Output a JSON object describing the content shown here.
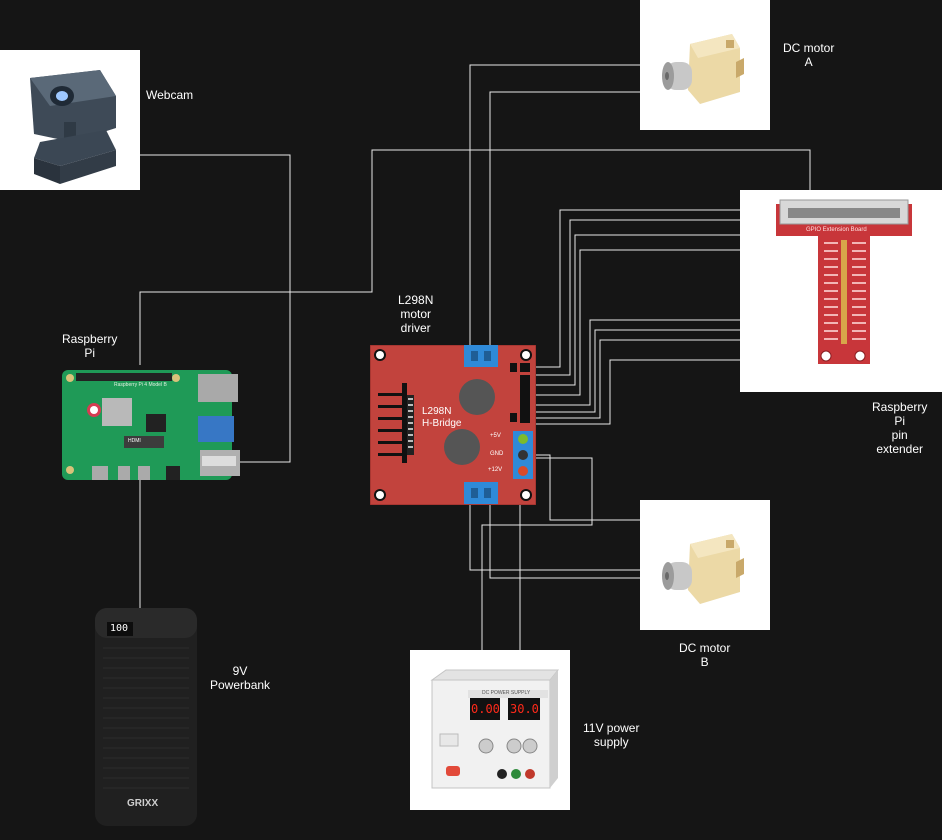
{
  "labels": {
    "webcam": "Webcam",
    "motor_a_line1": "DC motor",
    "motor_a_line2": "A",
    "motor_b_line1": "DC motor",
    "motor_b_line2": "B",
    "driver_line1": "L298N",
    "driver_line2": "motor",
    "driver_line3": "driver",
    "rpi_line1": "Raspberry",
    "rpi_line2": "Pi",
    "extender_line1": "Raspberry",
    "extender_line2": "Pi",
    "extender_line3": "pin",
    "extender_line4": "extender",
    "powerbank_line1": "9V",
    "powerbank_line2": "Powerbank",
    "psu_line1": "11V power",
    "psu_line2": "supply"
  },
  "driver_board": {
    "chip_line1": "L298N",
    "chip_line2": "H-Bridge",
    "pin_5v": "+5V",
    "pin_gnd": "GND",
    "pin_12v": "+12V"
  },
  "rpi_board": {
    "title": "Raspberry Pi 4 Model B",
    "hdmi": "HDMI"
  },
  "extender_board": {
    "title": "GPIO Extension Board"
  },
  "powerbank": {
    "display": "100",
    "brand": "GRIXX"
  },
  "psu": {
    "title": "DC POWER SUPPLY",
    "display_left": "0.00",
    "display_right": "30.0"
  },
  "colors": {
    "background": "#151515",
    "wire": "#e8e8e8",
    "driver_red": "#c2433d",
    "terminal_blue": "#2f8ad8",
    "extender_red": "#c8363a",
    "rpi_green": "#1f9a57",
    "powerbank_black": "#202020",
    "psu_display_red": "#ff2a1a"
  },
  "icons": [
    "webcam-icon",
    "dc-motor-icon",
    "motor-driver-icon",
    "raspberry-pi-icon",
    "pin-extender-icon",
    "powerbank-icon",
    "power-supply-icon"
  ]
}
